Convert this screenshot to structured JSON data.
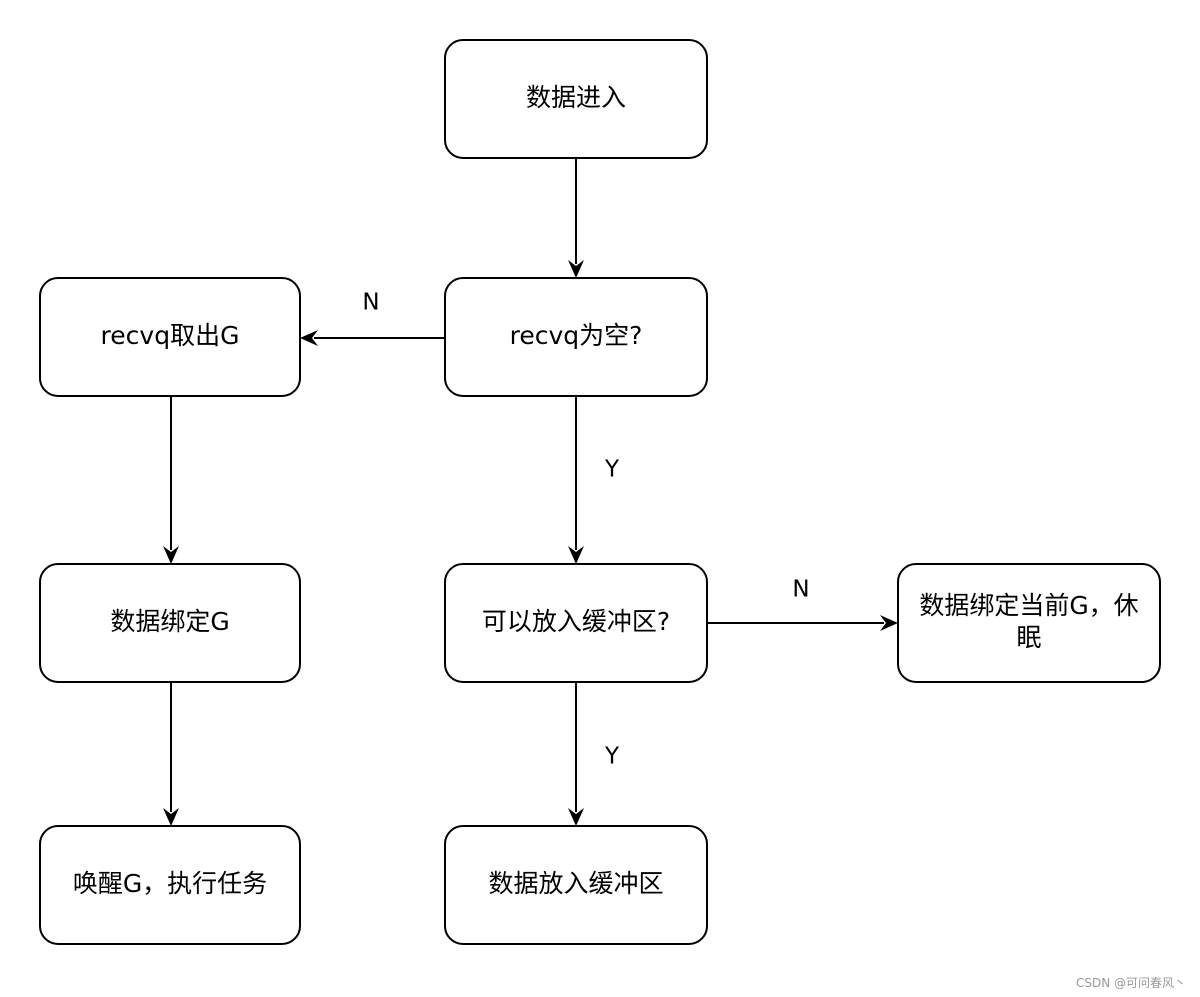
{
  "nodes": {
    "data_enter": [
      "数据进入"
    ],
    "recvq_empty": [
      "recvq为空?"
    ],
    "recvq_take_g": [
      "recvq取出G"
    ],
    "bind_g": [
      "数据绑定G"
    ],
    "wake_g": [
      "唤醒G，执行任务"
    ],
    "can_buffer": [
      "可以放入缓冲区?"
    ],
    "put_buffer": [
      "数据放入缓冲区"
    ],
    "bind_current_sleep": [
      "数据绑定当前G，休",
      "眠"
    ]
  },
  "edges": {
    "data_enter_to_recvq_empty": "",
    "recvq_empty_to_take_g": "N",
    "recvq_empty_to_can_buffer": "Y",
    "take_g_to_bind_g": "",
    "bind_g_to_wake_g": "",
    "can_buffer_to_put_buffer": "Y",
    "can_buffer_to_bind_current_sleep": "N"
  },
  "watermark": "CSDN @可问春风丶"
}
